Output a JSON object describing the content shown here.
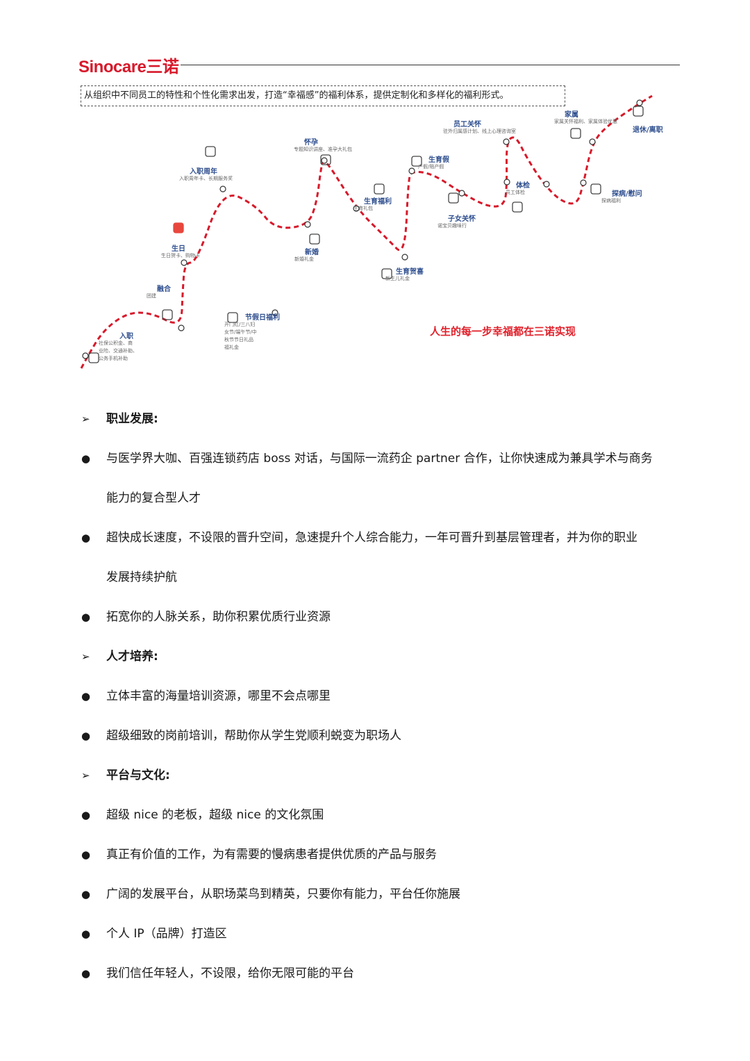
{
  "header": {
    "logo_text": "Sinocare三诺",
    "brand_color": "#d7192a"
  },
  "figure": {
    "intro": "从组织中不同员工的特性和个性化需求出发，打造“幸福感”的福利体系，提供定制化和多样化的福利形式。",
    "tagline": "人生的每一步幸福都在三诺实现",
    "path_color": "#d7192a",
    "milestones": [
      {
        "title": "入职",
        "desc": [
          "社保公积金、商",
          "业险、交通补助、",
          "公务手机补助"
        ]
      },
      {
        "title": "融合",
        "desc": [
          "团建"
        ]
      },
      {
        "title": "生日",
        "desc": [
          "生日贺卡、购物卡"
        ]
      },
      {
        "title": "入职周年",
        "desc": [
          "入职周年卡、长期服务奖"
        ]
      },
      {
        "title": "节假日福利",
        "desc": [
          "开门红/三八妇",
          "女节/端午节/中",
          "秋节节日礼品",
          "福礼金"
        ]
      },
      {
        "title": "新婚",
        "desc": [
          "新婚礼金"
        ]
      },
      {
        "title": "怀孕",
        "desc": [
          "专题知识讲座、准孕大礼包"
        ]
      },
      {
        "title": "生育福利",
        "desc": [
          "生育礼包"
        ]
      },
      {
        "title": "生育贺喜",
        "desc": [
          "新生儿礼金"
        ]
      },
      {
        "title": "生育假",
        "desc": [
          "产假/陪产假"
        ]
      },
      {
        "title": "子女关怀",
        "desc": [
          "诺宝贝趣味行"
        ]
      },
      {
        "title": "员工关怀",
        "desc": [
          "驻外归属感计划、线上心理咨询室"
        ]
      },
      {
        "title": "体检",
        "desc": [
          "员工体检"
        ]
      },
      {
        "title": "家属",
        "desc": [
          "家属关怀福利、家属体验优惠"
        ]
      },
      {
        "title": "探病/慰问",
        "desc": [
          "探病福利"
        ]
      },
      {
        "title": "退休/离职",
        "desc": []
      }
    ]
  },
  "sections": [
    {
      "heading": "职业发展:",
      "items": [
        [
          "与医学界大咖、百强连锁药店 boss 对话，与国际一流药企 partner 合作，让你快速成为兼具学术与商务",
          "能力的复合型人才"
        ],
        [
          "超快成长速度，不设限的晋升空间，急速提升个人综合能力，一年可晋升到基层管理者，并为你的职业",
          "发展持续护航"
        ],
        [
          "拓宽你的人脉关系，助你积累优质行业资源"
        ]
      ]
    },
    {
      "heading": "人才培养:",
      "items": [
        [
          "立体丰富的海量培训资源，哪里不会点哪里"
        ],
        [
          "超级细致的岗前培训，帮助你从学生党顺利蜕变为职场人"
        ]
      ]
    },
    {
      "heading": "平台与文化:",
      "items": [
        [
          "超级 nice 的老板，超级 nice 的文化氛围"
        ],
        [
          "真正有价值的工作，为有需要的慢病患者提供优质的产品与服务"
        ],
        [
          "广阔的发展平台，从职场菜鸟到精英，只要你有能力，平台任你施展"
        ],
        [
          "个人 IP（品牌）打造区"
        ],
        [
          "我们信任年轻人，不设限，给你无限可能的平台"
        ]
      ]
    }
  ],
  "markers": {
    "section": "➢",
    "bullet": "●"
  }
}
